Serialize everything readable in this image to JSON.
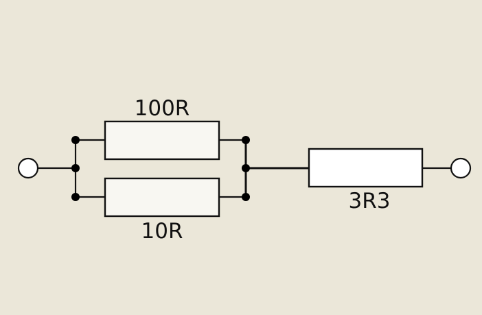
{
  "resistors": {
    "upper": {
      "label": "100R"
    },
    "lower": {
      "label": "10R"
    },
    "series": {
      "label": "3R3"
    }
  },
  "colors": {
    "background": "#ebe7d9",
    "parallel_body": "#f8f7f2",
    "series_body": "#ffffff",
    "wire": "#111111"
  }
}
